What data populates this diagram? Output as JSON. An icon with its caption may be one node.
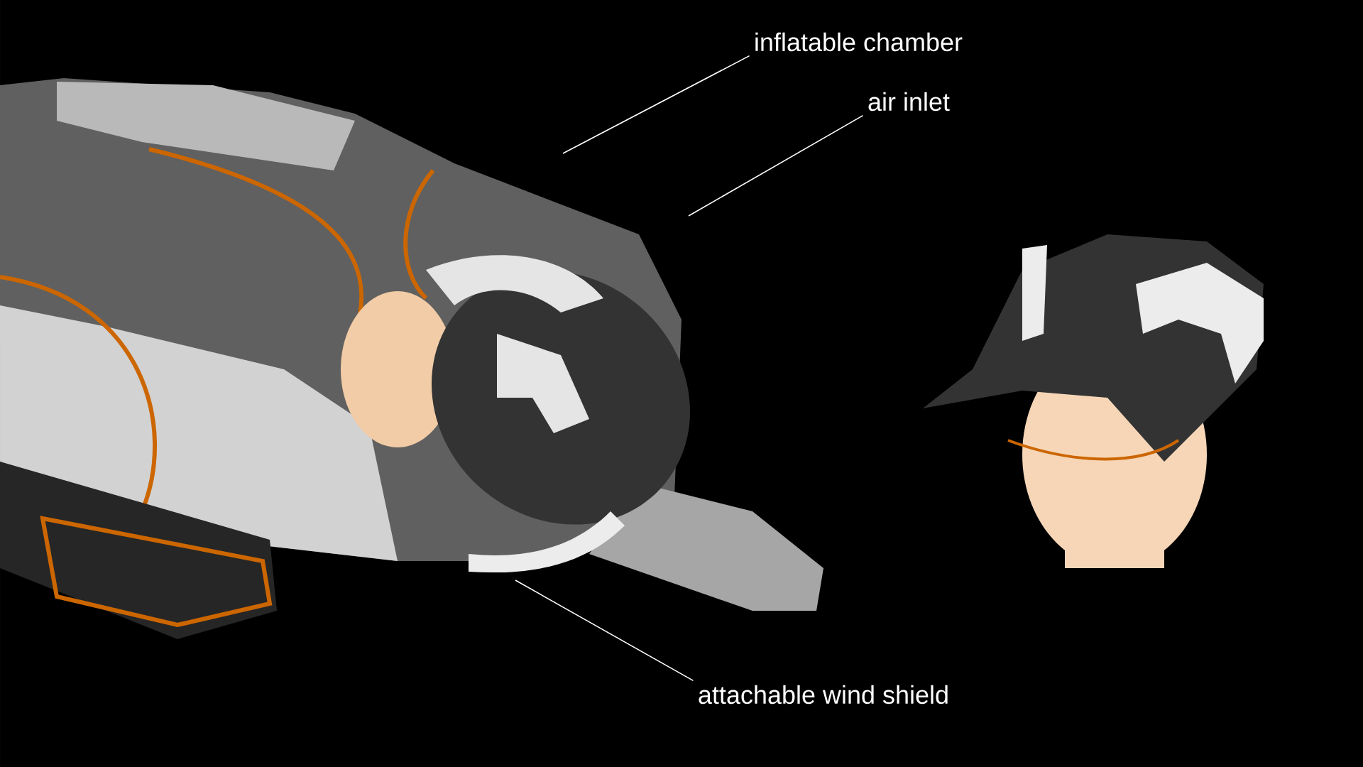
{
  "diagram": {
    "nodes": [
      {
        "text": [
          "inflatable chamber"
        ]
      },
      {
        "text": [
          "air inlet"
        ]
      },
      {
        "text": [
          "attachable wind shield"
        ]
      }
    ],
    "edges": [
      {
        "from": 0,
        "to": null,
        "arrow": "none"
      },
      {
        "from": 1,
        "to": null,
        "arrow": "none"
      },
      {
        "from": 2,
        "to": null,
        "arrow": "none"
      }
    ]
  }
}
